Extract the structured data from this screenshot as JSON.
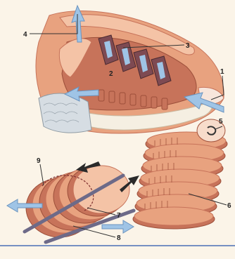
{
  "labels": {
    "l1": "1",
    "l2": "2",
    "l3": "3",
    "l4": "4",
    "l5": "5",
    "l6": "6",
    "l7": "7",
    "l8": "8",
    "l9": "9"
  },
  "colors": {
    "background": "#fbf4e8",
    "flesh": "#e8a27f",
    "flesh_dark": "#c7735a",
    "flesh_light": "#f4c3a6",
    "gill_inner": "#7e4a52",
    "scales": "#d6dde3",
    "water_arrow": "#9fc4e6",
    "water_arrow_stroke": "#6b94bf",
    "leader_line": "#333333",
    "blood_arrow": "#2a2a2a"
  }
}
